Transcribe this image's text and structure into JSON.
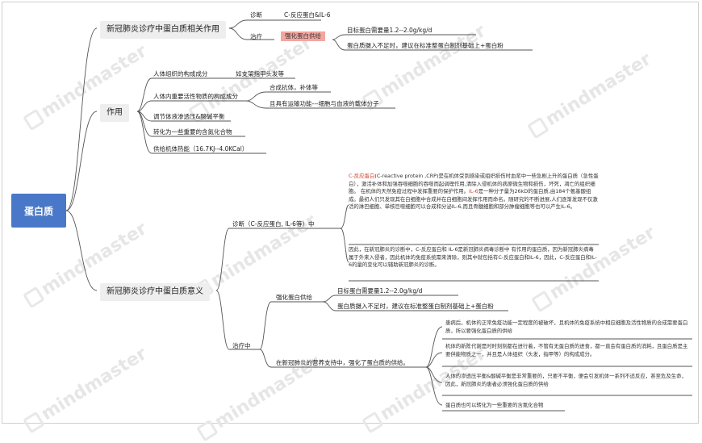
{
  "root": {
    "label": "蛋白质"
  },
  "watermark": {
    "text": "mindmaster"
  },
  "colors": {
    "root_bg": "#4a78c8",
    "highlight": "#f4a6a0",
    "red_text": "#d0402c",
    "link": "#555555"
  },
  "branch1": {
    "title": "新冠肺炎诊疗中蛋白质相关作用",
    "diagnosis": {
      "label": "诊断",
      "value": "C-反应蛋白&IL-6"
    },
    "treatment": {
      "label": "治疗",
      "tag": "强化蛋白供给",
      "items": [
        "目标蛋白需要量1.2--2.0g/kg/d",
        "蛋白质摄入不足时，建议在标准整蛋白制剂基础上+蛋白粉"
      ]
    }
  },
  "branch2": {
    "title": "作用",
    "items": [
      {
        "label": "人体组织的构成成分",
        "sub": [
          "如支架指甲头发等"
        ]
      },
      {
        "label": "人体内重要活性物质的构成成分",
        "sub": [
          "合成抗体，补体等",
          "且具有运输功能---细胞与血液的载体分子"
        ]
      },
      {
        "label": "调节体液渗透压&酸碱平衡",
        "sub": []
      },
      {
        "label": "转化为一些重要的含氮化合物",
        "sub": []
      },
      {
        "label": "供给机体热能（16.7KJ--4.0KCal）",
        "sub": []
      }
    ]
  },
  "branch3": {
    "title": "新冠肺炎诊疗中蛋白质意义",
    "diagnosis": {
      "label": "诊断（C-反应蛋白, IL-6等）中",
      "para1_lead": "C-反应蛋白",
      "para1_a": "(C-reactive protein ,CRP)是在机体受到感染或组织损伤时血浆中一些急剧上升的蛋白质（急性蛋白），激活补体和加强吞噬细胞的吞噬而起调理作用,清除入侵机体的病原微生物和损伤，坏死，凋亡的组织细胞。 在机体的天然免疫过程中发挥重要的保护作用。",
      "para1_il6": "IL-6",
      "para1_b": "是一种分子量为26kD的蛋白质,由184个氨基酸组成。最初人们只发现其在白细胞中合成并在白细胞间发挥作用而命名。随研究的不断进展,人们逐渐发现不仅激活的淋巴细胞、单核巨噬细胞可以合成和分泌IL-6,而且骨髓细胞和部分肿瘤细胞等也可以产生IL-6。",
      "para2": "因此，在新冠肺炎的诊断中，C-反应蛋白和 IL-6是新冠肺炎病毒诊断中 有作用的蛋白质，因为新冠肺炎病毒属于外来入侵者，因此机体的免疫系统需来清除，则其中就包括有C-反应蛋白和IL-6，因此，C-反应蛋白和IL-6的量的变化可以辅助新冠肺炎的诊断。"
    },
    "treatment": {
      "label": "治疗中",
      "supply": {
        "label": "强化蛋白供给",
        "items": [
          "目标蛋白需要量1.2--2.0g/kg/d",
          "蛋白质摄入不足时，建议在标准整蛋白制剂基础上+蛋白粉"
        ]
      },
      "nutrition": {
        "label": "在新冠肺炎的营养支持中，强化了蛋白质的供给。",
        "items": [
          "患病后，机体的正常免疫功能一定程度的被破坏，且机体的免疫系统中相应细胞及活性物质的合成需要蛋白质，所以要强化蛋白质的供给",
          "机体的新陈代谢是时时刻刻都在进行着，不管有无蛋白质的进食，都一直会有蛋白质的消耗，且蛋白质是主要供能物质之一，并且是人体组织（头发，指甲等）的构成成分。",
          "人体的渗透压平衡&酸碱平衡是非常重要的，只要不平衡，便会引发机体一系列不适反应，甚至危及生命，因此，新冠肺炎的患者必须强化蛋白质的供给",
          "蛋白质也可以转化为一些重要的含氮化合物"
        ]
      }
    }
  }
}
